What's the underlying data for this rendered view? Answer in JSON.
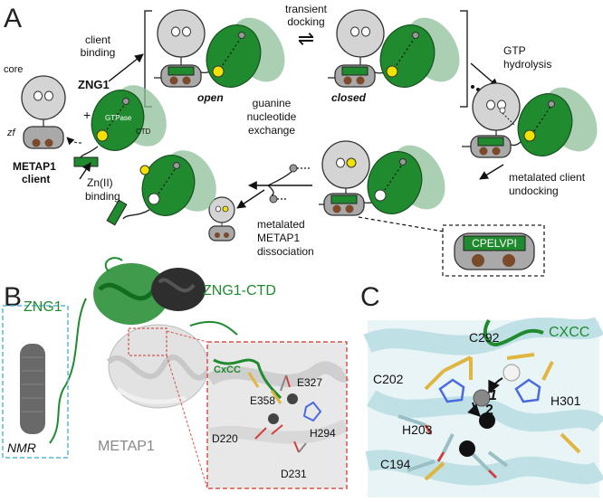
{
  "panels": {
    "a": "A",
    "b": "B",
    "c": "C"
  },
  "panel_a": {
    "core": "core",
    "zf": "zf",
    "client_line1": "METAP1",
    "client_line2": "client",
    "plus": "+",
    "zng1": "ZNG1",
    "gtpase": "GTPase",
    "ctd": "CTD",
    "client_binding_1": "client",
    "client_binding_2": "binding",
    "transient_docking_1": "transient",
    "transient_docking_2": "docking",
    "equilibrium": "⇌",
    "open": "open",
    "closed": "closed",
    "gtp_hydrolysis_1": "GTP",
    "gtp_hydrolysis_2": "hydrolysis",
    "metalated_undock_1": "metalated client",
    "metalated_undock_2": "undocking",
    "guanine_1": "guanine",
    "guanine_2": "nucleotide",
    "guanine_3": "exchange",
    "metalated_diss_1": "metalated",
    "metalated_diss_2": "METAP1",
    "metalated_diss_3": "dissociation",
    "zn_binding_1": "Zn(II)",
    "zn_binding_2": "binding",
    "cpelvpi": "CPELVPI"
  },
  "panel_b": {
    "zng1": "ZNG1",
    "zng1_ctd": "ZNG1-CTD",
    "nmr": "NMR",
    "metap1": "METAP1",
    "cxcc": "CxCC",
    "residues": [
      "E327",
      "E358",
      "H294",
      "D220",
      "D231"
    ]
  },
  "panel_c": {
    "cxcc": "CXCC",
    "residues": [
      "C292",
      "C202",
      "H203",
      "H301",
      "C194"
    ],
    "step1": "1",
    "step2": "2"
  },
  "colors": {
    "green": "#1f8a2e",
    "dark_green": "#1e6b2a",
    "light_green": "#8fbf9a",
    "gray": "#d4d4d4",
    "metap_gray": "#a9a9a9",
    "yellow": "#f2e200",
    "brown": "#7a4a2a",
    "cyan_box": "#5ab4d8",
    "red_box": "#d9534f",
    "protein_c": "#bfe1e6"
  }
}
